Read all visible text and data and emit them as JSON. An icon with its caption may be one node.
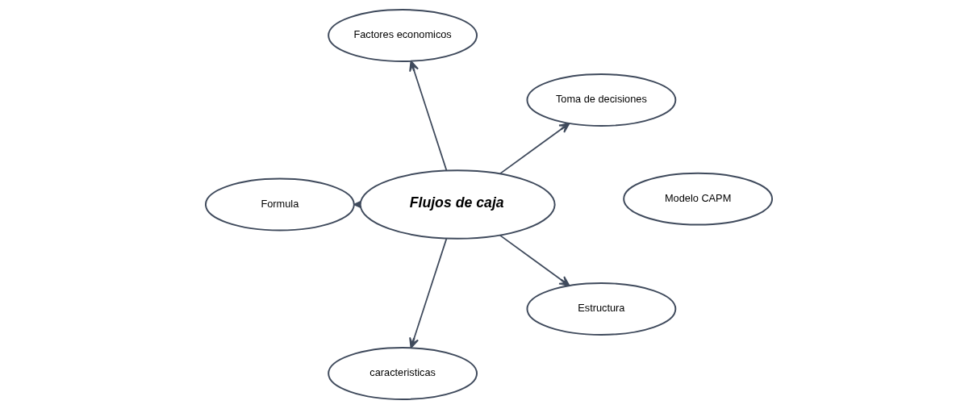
{
  "diagram": {
    "nodes": [
      {
        "text": [
          "Modelo CAPM"
        ]
      },
      {
        "text": [
          "Toma de decisiones"
        ]
      },
      {
        "text": [
          "Factores economicos"
        ]
      },
      {
        "text": [
          "Formula"
        ]
      },
      {
        "text": [
          "Flujos de caja"
        ]
      },
      {
        "text": [
          "caracteristicas"
        ]
      },
      {
        "text": [
          "Estructura"
        ]
      }
    ],
    "edges": [
      {
        "from": 4,
        "to": 2,
        "arrow": "to"
      },
      {
        "from": 4,
        "to": 1,
        "arrow": "to"
      },
      {
        "from": 4,
        "to": 3,
        "arrow": "to"
      },
      {
        "from": 4,
        "to": 5,
        "arrow": "to"
      },
      {
        "from": 4,
        "to": 6,
        "arrow": "to"
      }
    ]
  }
}
